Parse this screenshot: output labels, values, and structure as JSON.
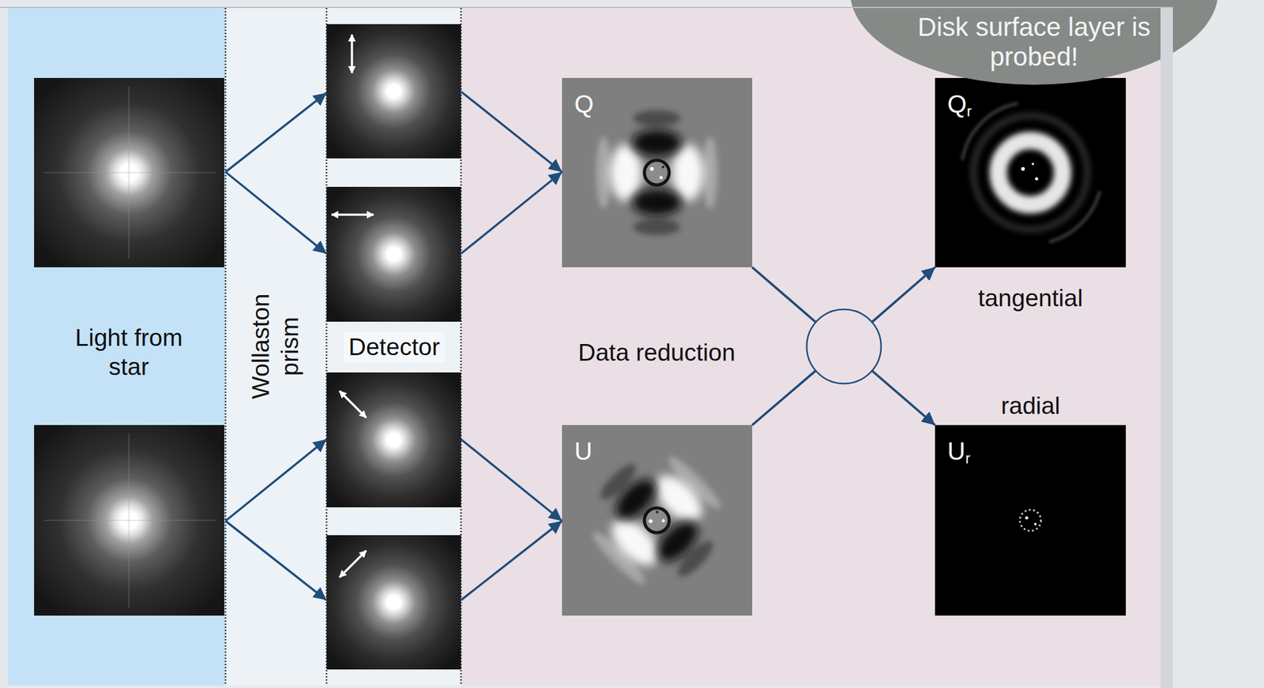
{
  "diagram": {
    "nodes": [
      {
        "text": [
          "Light from star"
        ]
      },
      {
        "text": [
          "Wollaston prism"
        ]
      },
      {
        "text": [
          "Detector"
        ]
      },
      {
        "text": [
          "Data reduction"
        ]
      },
      {
        "text": [
          "Q"
        ],
        "in": 3
      },
      {
        "text": [
          "U"
        ],
        "in": 3
      },
      {
        "text": [
          "Qr",
          "tangential"
        ],
        "in": 3
      },
      {
        "text": [
          "radial",
          "Ur"
        ],
        "in": 3
      },
      {
        "text": [
          "Disk surface layer is probed!"
        ]
      }
    ],
    "edges": [
      {
        "from": 4,
        "to": 6,
        "arrow": "to"
      },
      {
        "from": 4,
        "to": 7,
        "arrow": "to"
      },
      {
        "from": 5,
        "to": 6,
        "arrow": "to"
      },
      {
        "from": 5,
        "to": 7,
        "arrow": "to"
      }
    ]
  }
}
